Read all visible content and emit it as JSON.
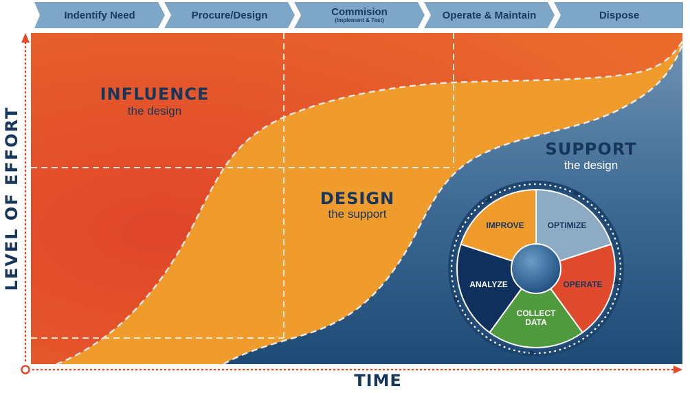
{
  "phases": [
    {
      "label": "Indentify Need",
      "sub": ""
    },
    {
      "label": "Procure/Design",
      "sub": ""
    },
    {
      "label": "Commision",
      "sub": "(Implement & Test)"
    },
    {
      "label": "Operate & Maintain",
      "sub": ""
    },
    {
      "label": "Dispose",
      "sub": ""
    }
  ],
  "axes": {
    "y_label": "LEVEL OF EFFORT",
    "x_label": "TIME"
  },
  "regions": {
    "influence": {
      "title": "INFLUENCE",
      "subtitle": "the design"
    },
    "design": {
      "title": "DESIGN",
      "subtitle": "the support"
    },
    "support": {
      "title": "SUPPORT",
      "subtitle": "the design"
    }
  },
  "cycle": {
    "segments": [
      {
        "label": "OPTIMIZE"
      },
      {
        "label": "OPERATE"
      },
      {
        "label": "COLLECT DATA"
      },
      {
        "label": "ANALYZE"
      },
      {
        "label": "IMPROVE"
      }
    ]
  },
  "colors": {
    "influence": "#e24a28",
    "design": "#ef9c2c",
    "support": "#2e5b85",
    "navy": "#16365c",
    "phase_bg": "#7ea6c6",
    "optimize": "#8eabc5",
    "operate": "#e04a2c",
    "collect": "#4f9a3c",
    "analyze": "#0f2f5c",
    "improve": "#ef9c2c"
  }
}
